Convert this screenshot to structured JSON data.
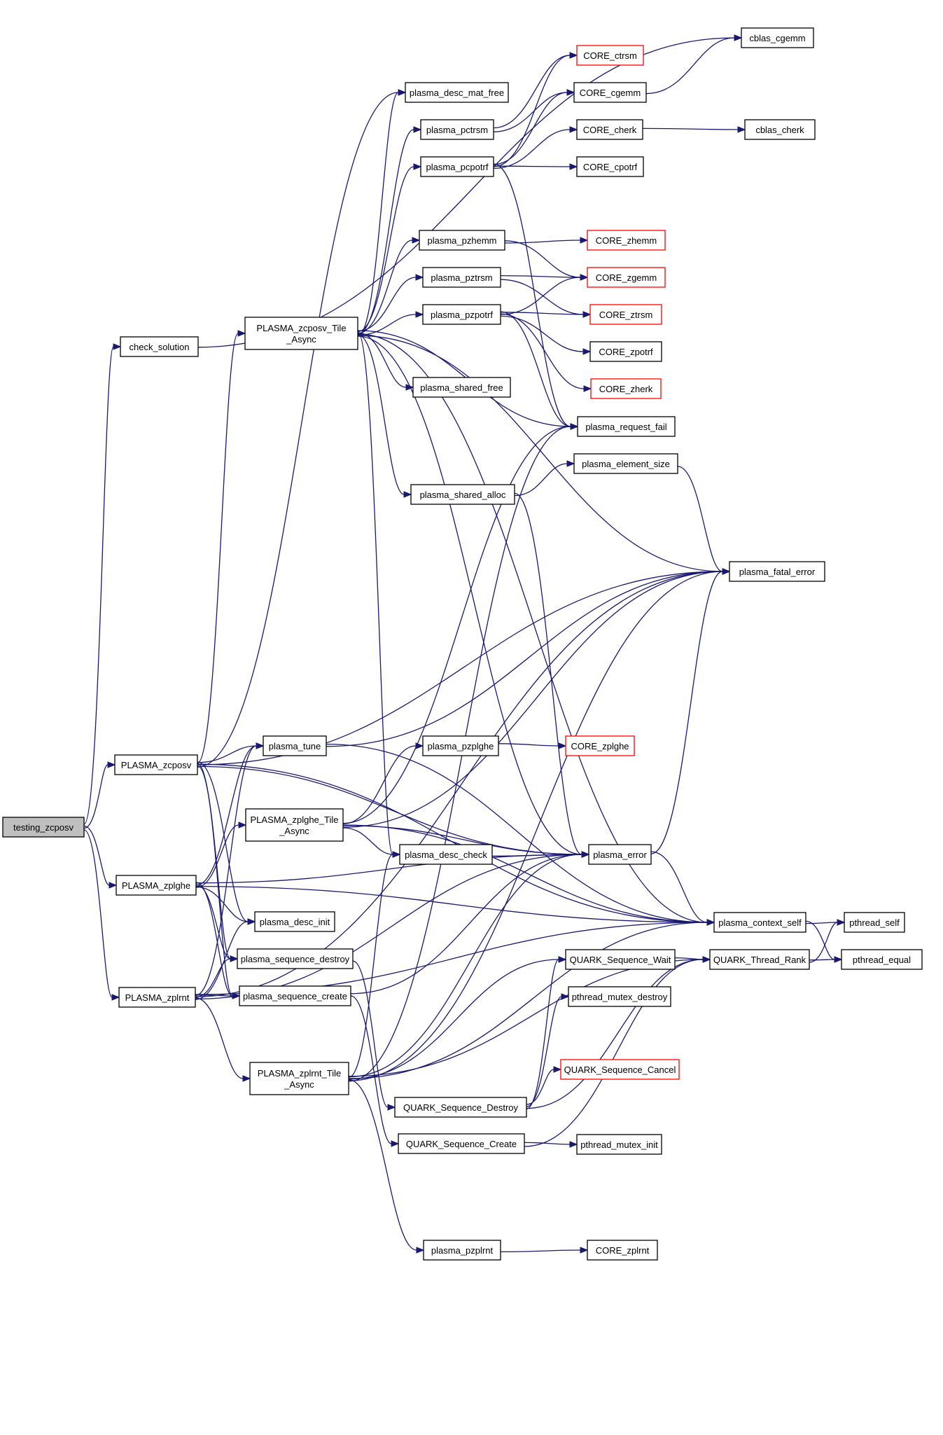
{
  "graph": {
    "title": "testing_zcposv call graph",
    "colors": {
      "edge": "#191970",
      "node_border": "#000000",
      "truncated_border": "#ff0000",
      "root_fill": "#bfbfbf"
    },
    "nodes": [
      {
        "id": "testing_zcposv",
        "label": [
          "testing_zcposv"
        ],
        "root": true
      },
      {
        "id": "check_solution",
        "label": [
          "check_solution"
        ]
      },
      {
        "id": "PLASMA_zcposv",
        "label": [
          "PLASMA_zcposv"
        ]
      },
      {
        "id": "PLASMA_zplghe",
        "label": [
          "PLASMA_zplghe"
        ]
      },
      {
        "id": "PLASMA_zplrnt",
        "label": [
          "PLASMA_zplrnt"
        ]
      },
      {
        "id": "cblas_cgemm",
        "label": [
          "cblas_cgemm"
        ]
      },
      {
        "id": "PLASMA_zcposv_Tile_Async",
        "label": [
          "PLASMA_zcposv_Tile",
          "_Async"
        ]
      },
      {
        "id": "plasma_desc_mat_free",
        "label": [
          "plasma_desc_mat_free"
        ]
      },
      {
        "id": "plasma_pctrsm",
        "label": [
          "plasma_pctrsm"
        ]
      },
      {
        "id": "plasma_pcpotrf",
        "label": [
          "plasma_pcpotrf"
        ]
      },
      {
        "id": "plasma_pzhemm",
        "label": [
          "plasma_pzhemm"
        ]
      },
      {
        "id": "plasma_pztrsm",
        "label": [
          "plasma_pztrsm"
        ]
      },
      {
        "id": "plasma_pzpotrf",
        "label": [
          "plasma_pzpotrf"
        ]
      },
      {
        "id": "plasma_shared_free",
        "label": [
          "plasma_shared_free"
        ]
      },
      {
        "id": "plasma_shared_alloc",
        "label": [
          "plasma_shared_alloc"
        ]
      },
      {
        "id": "CORE_ctrsm",
        "label": [
          "CORE_ctrsm"
        ],
        "truncated": true
      },
      {
        "id": "CORE_cgemm",
        "label": [
          "CORE_cgemm"
        ]
      },
      {
        "id": "CORE_cherk",
        "label": [
          "CORE_cherk"
        ]
      },
      {
        "id": "CORE_cpotrf",
        "label": [
          "CORE_cpotrf"
        ]
      },
      {
        "id": "cblas_cherk",
        "label": [
          "cblas_cherk"
        ]
      },
      {
        "id": "CORE_zhemm",
        "label": [
          "CORE_zhemm"
        ],
        "truncated": true
      },
      {
        "id": "CORE_zgemm",
        "label": [
          "CORE_zgemm"
        ],
        "truncated": true
      },
      {
        "id": "CORE_ztrsm",
        "label": [
          "CORE_ztrsm"
        ],
        "truncated": true
      },
      {
        "id": "CORE_zpotrf",
        "label": [
          "CORE_zpotrf"
        ]
      },
      {
        "id": "CORE_zherk",
        "label": [
          "CORE_zherk"
        ],
        "truncated": true
      },
      {
        "id": "plasma_request_fail",
        "label": [
          "plasma_request_fail"
        ]
      },
      {
        "id": "plasma_element_size",
        "label": [
          "plasma_element_size"
        ]
      },
      {
        "id": "plasma_fatal_error",
        "label": [
          "plasma_fatal_error"
        ]
      },
      {
        "id": "plasma_tune",
        "label": [
          "plasma_tune"
        ]
      },
      {
        "id": "plasma_pzplghe",
        "label": [
          "plasma_pzplghe"
        ]
      },
      {
        "id": "CORE_zplghe",
        "label": [
          "CORE_zplghe"
        ],
        "truncated": true
      },
      {
        "id": "PLASMA_zplghe_Tile_Async",
        "label": [
          "PLASMA_zplghe_Tile",
          "_Async"
        ]
      },
      {
        "id": "plasma_desc_check",
        "label": [
          "plasma_desc_check"
        ]
      },
      {
        "id": "plasma_error",
        "label": [
          "plasma_error"
        ]
      },
      {
        "id": "plasma_desc_init",
        "label": [
          "plasma_desc_init"
        ]
      },
      {
        "id": "plasma_sequence_destroy",
        "label": [
          "plasma_sequence_destroy"
        ]
      },
      {
        "id": "plasma_sequence_create",
        "label": [
          "plasma_sequence_create"
        ]
      },
      {
        "id": "plasma_context_self",
        "label": [
          "plasma_context_self"
        ]
      },
      {
        "id": "pthread_self",
        "label": [
          "pthread_self"
        ]
      },
      {
        "id": "pthread_equal",
        "label": [
          "pthread_equal"
        ]
      },
      {
        "id": "QUARK_Sequence_Wait",
        "label": [
          "QUARK_Sequence_Wait"
        ]
      },
      {
        "id": "QUARK_Thread_Rank",
        "label": [
          "QUARK_Thread_Rank"
        ]
      },
      {
        "id": "pthread_mutex_destroy",
        "label": [
          "pthread_mutex_destroy"
        ]
      },
      {
        "id": "QUARK_Sequence_Cancel",
        "label": [
          "QUARK_Sequence_Cancel"
        ],
        "truncated": true
      },
      {
        "id": "PLASMA_zplrnt_Tile_Async",
        "label": [
          "PLASMA_zplrnt_Tile",
          "_Async"
        ]
      },
      {
        "id": "QUARK_Sequence_Destroy",
        "label": [
          "QUARK_Sequence_Destroy"
        ]
      },
      {
        "id": "QUARK_Sequence_Create",
        "label": [
          "QUARK_Sequence_Create"
        ]
      },
      {
        "id": "pthread_mutex_init",
        "label": [
          "pthread_mutex_init"
        ]
      },
      {
        "id": "plasma_pzplrnt",
        "label": [
          "plasma_pzplrnt"
        ]
      },
      {
        "id": "CORE_zplrnt",
        "label": [
          "CORE_zplrnt"
        ]
      }
    ],
    "edges": [
      [
        "testing_zcposv",
        "check_solution"
      ],
      [
        "testing_zcposv",
        "PLASMA_zcposv"
      ],
      [
        "testing_zcposv",
        "PLASMA_zplghe"
      ],
      [
        "testing_zcposv",
        "PLASMA_zplrnt"
      ],
      [
        "check_solution",
        "cblas_cgemm"
      ],
      [
        "PLASMA_zcposv",
        "PLASMA_zcposv_Tile_Async"
      ],
      [
        "PLASMA_zcposv",
        "plasma_desc_mat_free"
      ],
      [
        "PLASMA_zcposv",
        "plasma_fatal_error"
      ],
      [
        "PLASMA_zcposv",
        "plasma_tune"
      ],
      [
        "PLASMA_zcposv",
        "plasma_error"
      ],
      [
        "PLASMA_zcposv",
        "plasma_context_self"
      ],
      [
        "PLASMA_zcposv",
        "plasma_desc_init"
      ],
      [
        "PLASMA_zcposv",
        "plasma_sequence_destroy"
      ],
      [
        "PLASMA_zcposv",
        "plasma_sequence_create"
      ],
      [
        "PLASMA_zcposv_Tile_Async",
        "plasma_desc_mat_free"
      ],
      [
        "PLASMA_zcposv_Tile_Async",
        "plasma_pctrsm"
      ],
      [
        "PLASMA_zcposv_Tile_Async",
        "plasma_pcpotrf"
      ],
      [
        "PLASMA_zcposv_Tile_Async",
        "plasma_fatal_error"
      ],
      [
        "PLASMA_zcposv_Tile_Async",
        "plasma_pzhemm"
      ],
      [
        "PLASMA_zcposv_Tile_Async",
        "plasma_pztrsm"
      ],
      [
        "PLASMA_zcposv_Tile_Async",
        "plasma_pzpotrf"
      ],
      [
        "PLASMA_zcposv_Tile_Async",
        "plasma_shared_free"
      ],
      [
        "PLASMA_zcposv_Tile_Async",
        "plasma_request_fail"
      ],
      [
        "PLASMA_zcposv_Tile_Async",
        "plasma_shared_alloc"
      ],
      [
        "PLASMA_zcposv_Tile_Async",
        "plasma_desc_check"
      ],
      [
        "PLASMA_zcposv_Tile_Async",
        "plasma_error"
      ],
      [
        "PLASMA_zcposv_Tile_Async",
        "plasma_context_self"
      ],
      [
        "plasma_pctrsm",
        "CORE_ctrsm"
      ],
      [
        "plasma_pctrsm",
        "CORE_cgemm"
      ],
      [
        "plasma_pcpotrf",
        "CORE_ctrsm"
      ],
      [
        "plasma_pcpotrf",
        "CORE_cgemm"
      ],
      [
        "plasma_pcpotrf",
        "CORE_cherk"
      ],
      [
        "plasma_pcpotrf",
        "CORE_cpotrf"
      ],
      [
        "plasma_pcpotrf",
        "plasma_request_fail"
      ],
      [
        "CORE_cgemm",
        "cblas_cgemm"
      ],
      [
        "CORE_cherk",
        "cblas_cherk"
      ],
      [
        "plasma_pzhemm",
        "CORE_zhemm"
      ],
      [
        "plasma_pzhemm",
        "CORE_zgemm"
      ],
      [
        "plasma_pztrsm",
        "CORE_zgemm"
      ],
      [
        "plasma_pztrsm",
        "CORE_ztrsm"
      ],
      [
        "plasma_pzpotrf",
        "CORE_zgemm"
      ],
      [
        "plasma_pzpotrf",
        "CORE_ztrsm"
      ],
      [
        "plasma_pzpotrf",
        "CORE_zpotrf"
      ],
      [
        "plasma_pzpotrf",
        "CORE_zherk"
      ],
      [
        "plasma_pzpotrf",
        "plasma_request_fail"
      ],
      [
        "plasma_shared_alloc",
        "plasma_element_size"
      ],
      [
        "plasma_shared_alloc",
        "plasma_error"
      ],
      [
        "plasma_element_size",
        "plasma_fatal_error"
      ],
      [
        "plasma_tune",
        "plasma_fatal_error"
      ],
      [
        "plasma_tune",
        "plasma_context_self"
      ],
      [
        "PLASMA_zplghe",
        "PLASMA_zplghe_Tile_Async"
      ],
      [
        "PLASMA_zplghe",
        "plasma_tune"
      ],
      [
        "PLASMA_zplghe",
        "plasma_error"
      ],
      [
        "PLASMA_zplghe",
        "plasma_desc_init"
      ],
      [
        "PLASMA_zplghe",
        "plasma_sequence_destroy"
      ],
      [
        "PLASMA_zplghe",
        "plasma_sequence_create"
      ],
      [
        "PLASMA_zplghe",
        "plasma_context_self"
      ],
      [
        "PLASMA_zplghe_Tile_Async",
        "plasma_pzplghe"
      ],
      [
        "PLASMA_zplghe_Tile_Async",
        "plasma_desc_check"
      ],
      [
        "PLASMA_zplghe_Tile_Async",
        "plasma_error"
      ],
      [
        "PLASMA_zplghe_Tile_Async",
        "plasma_request_fail"
      ],
      [
        "PLASMA_zplghe_Tile_Async",
        "plasma_fatal_error"
      ],
      [
        "PLASMA_zplghe_Tile_Async",
        "plasma_context_self"
      ],
      [
        "plasma_pzplghe",
        "CORE_zplghe"
      ],
      [
        "plasma_desc_check",
        "plasma_error"
      ],
      [
        "plasma_error",
        "plasma_fatal_error"
      ],
      [
        "plasma_error",
        "plasma_context_self"
      ],
      [
        "plasma_context_self",
        "pthread_self"
      ],
      [
        "plasma_context_self",
        "pthread_equal"
      ],
      [
        "QUARK_Thread_Rank",
        "pthread_self"
      ],
      [
        "QUARK_Thread_Rank",
        "pthread_equal"
      ],
      [
        "QUARK_Sequence_Wait",
        "QUARK_Thread_Rank"
      ],
      [
        "plasma_sequence_destroy",
        "QUARK_Sequence_Destroy"
      ],
      [
        "plasma_sequence_create",
        "QUARK_Sequence_Create"
      ],
      [
        "plasma_sequence_create",
        "plasma_error"
      ],
      [
        "QUARK_Sequence_Destroy",
        "QUARK_Sequence_Wait"
      ],
      [
        "QUARK_Sequence_Destroy",
        "pthread_mutex_destroy"
      ],
      [
        "QUARK_Sequence_Destroy",
        "QUARK_Sequence_Cancel"
      ],
      [
        "QUARK_Sequence_Destroy",
        "QUARK_Thread_Rank"
      ],
      [
        "QUARK_Sequence_Create",
        "pthread_mutex_init"
      ],
      [
        "QUARK_Sequence_Create",
        "QUARK_Thread_Rank"
      ],
      [
        "PLASMA_zplrnt",
        "PLASMA_zplrnt_Tile_Async"
      ],
      [
        "PLASMA_zplrnt",
        "plasma_tune"
      ],
      [
        "PLASMA_zplrnt",
        "plasma_desc_init"
      ],
      [
        "PLASMA_zplrnt",
        "plasma_sequence_destroy"
      ],
      [
        "PLASMA_zplrnt",
        "plasma_sequence_create"
      ],
      [
        "PLASMA_zplrnt",
        "plasma_error"
      ],
      [
        "PLASMA_zplrnt",
        "plasma_fatal_error"
      ],
      [
        "PLASMA_zplrnt",
        "plasma_context_self"
      ],
      [
        "PLASMA_zplrnt_Tile_Async",
        "plasma_pzplrnt"
      ],
      [
        "PLASMA_zplrnt_Tile_Async",
        "plasma_desc_check"
      ],
      [
        "PLASMA_zplrnt_Tile_Async",
        "plasma_request_fail"
      ],
      [
        "PLASMA_zplrnt_Tile_Async",
        "QUARK_Sequence_Wait"
      ],
      [
        "PLASMA_zplrnt_Tile_Async",
        "plasma_error"
      ],
      [
        "PLASMA_zplrnt_Tile_Async",
        "plasma_fatal_error"
      ],
      [
        "PLASMA_zplrnt_Tile_Async",
        "plasma_context_self"
      ],
      [
        "PLASMA_zplrnt_Tile_Async",
        "QUARK_Thread_Rank"
      ],
      [
        "plasma_pzplrnt",
        "CORE_zplrnt"
      ]
    ]
  }
}
